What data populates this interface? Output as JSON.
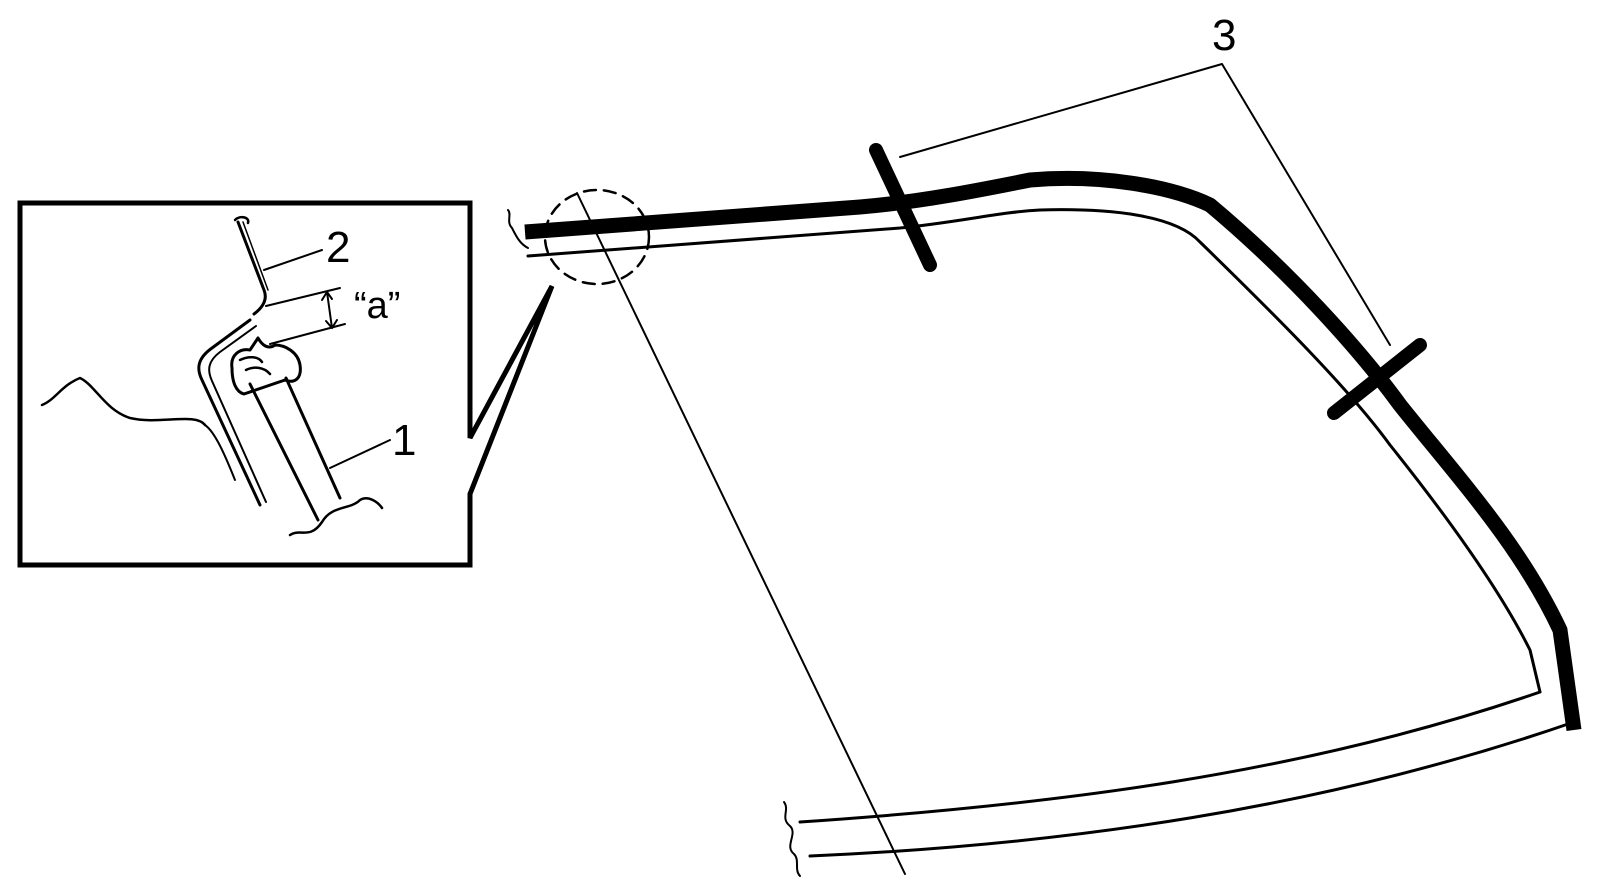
{
  "diagram": {
    "labels": {
      "weatherstrip": "1",
      "body_panel": "2",
      "spacers": "3",
      "gap_dimension": "“a”"
    },
    "colors": {
      "stroke": "#000000",
      "background": "#ffffff"
    }
  }
}
